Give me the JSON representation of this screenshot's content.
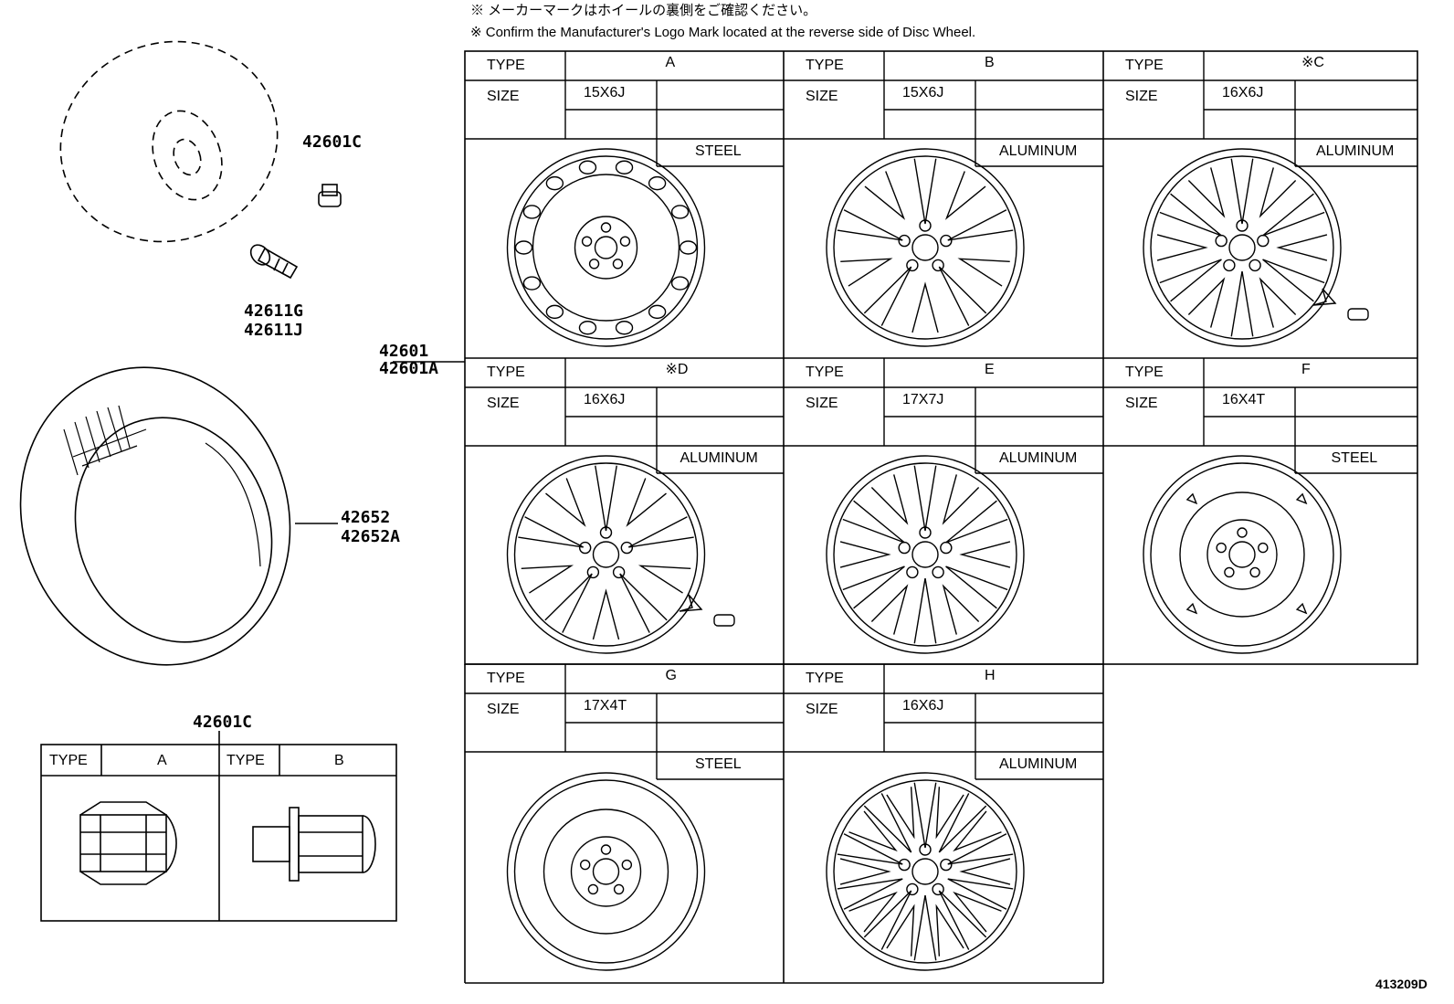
{
  "notes": {
    "jp": "※  メーカーマークはホイールの裏側をご確認ください。",
    "en": "※  Confirm the Manufacturer's Logo Mark located at the reverse side of Disc Wheel."
  },
  "part_numbers": {
    "wheel_cap": "42601C",
    "valve_1": "42611G",
    "valve_2": "42611J",
    "wheel_1": "42601",
    "wheel_2": "42601A",
    "tire_1": "42652",
    "tire_2": "42652A",
    "nut": "42601C"
  },
  "labels": {
    "type": "TYPE",
    "size": "SIZE"
  },
  "wheels": [
    {
      "id": "A",
      "size": "15X6J",
      "material": "STEEL"
    },
    {
      "id": "B",
      "size": "15X6J",
      "material": "ALUMINUM"
    },
    {
      "id": "※C",
      "size": "16X6J",
      "material": "ALUMINUM"
    },
    {
      "id": "※D",
      "size": "16X6J",
      "material": "ALUMINUM"
    },
    {
      "id": "E",
      "size": "17X7J",
      "material": "ALUMINUM"
    },
    {
      "id": "F",
      "size": "16X4T",
      "material": "STEEL"
    },
    {
      "id": "G",
      "size": "17X4T",
      "material": "STEEL"
    },
    {
      "id": "H",
      "size": "16X6J",
      "material": "ALUMINUM"
    }
  ],
  "nut_types": [
    {
      "id": "A"
    },
    {
      "id": "B"
    }
  ],
  "figure_code": "413209D"
}
